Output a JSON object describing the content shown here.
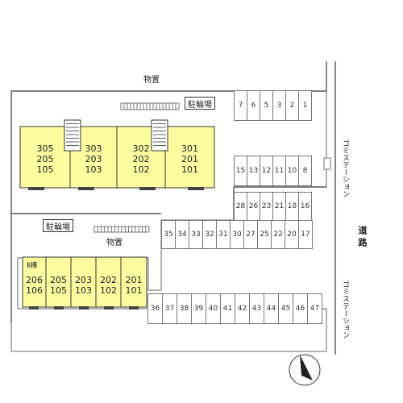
{
  "labels": {
    "storage_top": "物置",
    "bike_top": "駐輪場",
    "bike_left": "駐輪場",
    "storage_left": "物置",
    "garbage_top": "ゴミステーション",
    "garbage_bottom": "ゴミステーション",
    "road": "道路"
  },
  "building_1": {
    "units": [
      {
        "top": "305",
        "mid": "205",
        "bot": "105"
      },
      {
        "top": "303",
        "mid": "203",
        "bot": "103"
      },
      {
        "top": "302",
        "mid": "202",
        "bot": "102"
      },
      {
        "top": "301",
        "mid": "201",
        "bot": "101"
      }
    ]
  },
  "building_2": {
    "tag": "Ⅱ棟",
    "units": [
      {
        "top": "206",
        "bot": "106"
      },
      {
        "top": "205",
        "bot": "105"
      },
      {
        "top": "203",
        "bot": "103"
      },
      {
        "top": "202",
        "bot": "102"
      },
      {
        "top": "201",
        "bot": "101"
      }
    ]
  },
  "parking": {
    "row_a": [
      "7",
      "6",
      "5",
      "3",
      "2",
      "1"
    ],
    "row_b": [
      "15",
      "13",
      "12",
      "11",
      "10",
      "8"
    ],
    "row_c": [
      "28",
      "26",
      "23",
      "21",
      "18",
      "16"
    ],
    "row_d": [
      "35",
      "34",
      "33",
      "32",
      "31",
      "30",
      "27",
      "25",
      "22",
      "20",
      "17"
    ],
    "row_e": [
      "36",
      "37",
      "38",
      "39",
      "40",
      "41",
      "42",
      "43",
      "44",
      "45",
      "46",
      "47"
    ]
  },
  "colors": {
    "building_fill": "#fdfda0",
    "line": "#333333"
  },
  "icons": {
    "compass": "north-arrow-icon"
  }
}
